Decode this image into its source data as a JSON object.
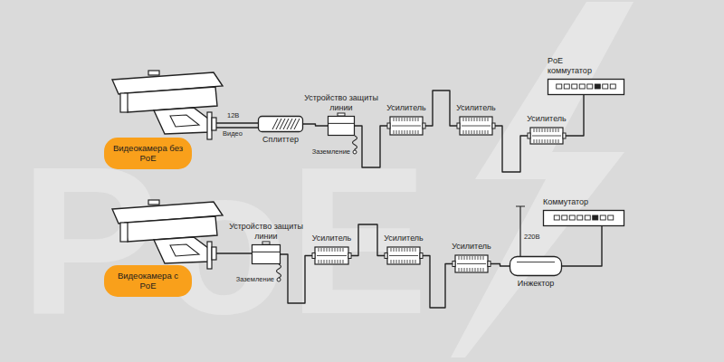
{
  "diagram": {
    "nodes": [
      {
        "text": [
          "Видеокамера без PoE"
        ]
      },
      {
        "text": [
          "Сплиттер"
        ]
      },
      {
        "text": [
          "Устройство защиты линии"
        ]
      },
      {
        "text": [
          "Усилитель"
        ]
      },
      {
        "text": [
          "Усилитель"
        ]
      },
      {
        "text": [
          "Усилитель"
        ]
      },
      {
        "text": [
          "PoE коммутатор"
        ]
      },
      {
        "text": [
          "Видеокамера с PoE"
        ]
      },
      {
        "text": [
          "Устройство защиты линии"
        ]
      },
      {
        "text": [
          "Усилитель"
        ]
      },
      {
        "text": [
          "Усилитель"
        ]
      },
      {
        "text": [
          "Усилитель"
        ]
      },
      {
        "text": [
          "Инжектор"
        ]
      },
      {
        "text": [
          "Коммутатор"
        ]
      }
    ],
    "edges": [
      {
        "from": 1,
        "to": 2,
        "arrow": "none"
      },
      {
        "from": 2,
        "to": 3,
        "arrow": "none"
      },
      {
        "from": 3,
        "to": 4,
        "arrow": "none"
      },
      {
        "from": 4,
        "to": 5,
        "arrow": "none"
      },
      {
        "from": 5,
        "to": 6,
        "arrow": "none"
      },
      {
        "from": 8,
        "to": 9,
        "arrow": "none"
      },
      {
        "from": 9,
        "to": 10,
        "arrow": "none"
      },
      {
        "from": 10,
        "to": 11,
        "arrow": "none"
      },
      {
        "from": 11,
        "to": 12,
        "arrow": "none"
      },
      {
        "from": 12,
        "to": 13,
        "arrow": "none"
      }
    ],
    "labels": [
      "12В",
      "Видео",
      "Заземление",
      "Заземление",
      "220В",
      "PoE"
    ]
  }
}
